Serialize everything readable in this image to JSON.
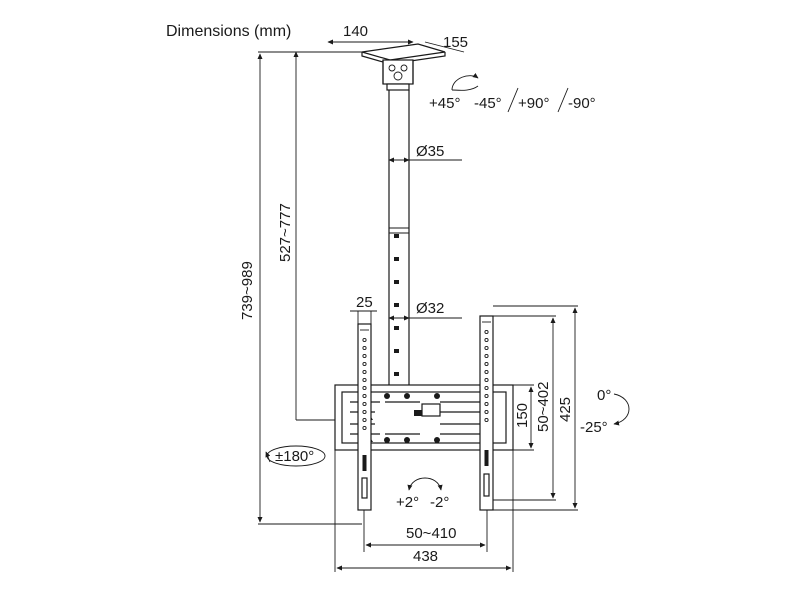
{
  "title": "Dimensions (mm)",
  "dimensions": {
    "bracket_width": "140",
    "bracket_depth": "155",
    "total_height": "739~989",
    "pole_height": "527~777",
    "tube_upper": "Ø35",
    "tube_lower": "Ø32",
    "arm_width": "25",
    "plate_height": "150",
    "vesa_vertical": "50~402",
    "overall_vertical": "425",
    "vesa_horizontal": "50~410",
    "overall_horizontal": "438"
  },
  "rotations": {
    "swivel_pm45": "+45°",
    "swivel_m45": "-45°",
    "swivel_p90": "+90°",
    "swivel_m90": "-90°",
    "rotation_180": "±180°",
    "tilt_up": "0°",
    "tilt_down": "-25°",
    "level_plus": "+2°",
    "level_minus": "-2°"
  }
}
